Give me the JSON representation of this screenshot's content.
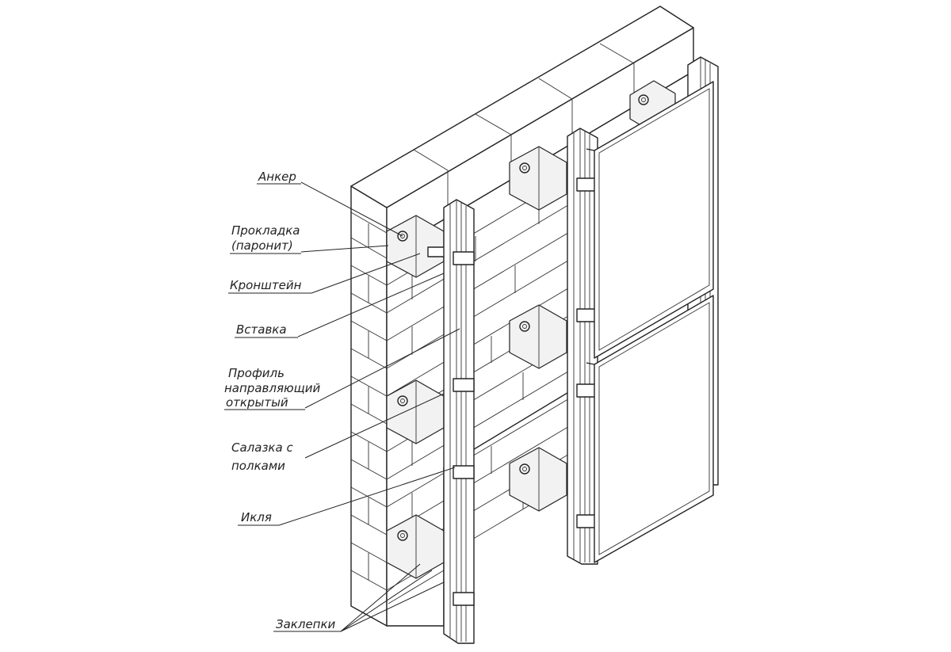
{
  "labels": {
    "anchor": "Анкер",
    "gasket_1": "Прокладка",
    "gasket_2": "(паронит)",
    "bracket": "Кронштейн",
    "insert": "Вставка",
    "profile_1": "Профиль",
    "profile_2": "направляющий",
    "profile_3": "открытый",
    "slide_1": "Салазка  с",
    "slide_2": "полками",
    "fang": "Икля",
    "rivets": "Заклепки"
  },
  "colors": {
    "line": "#222222",
    "background": "#ffffff",
    "shade": "#f2f2f2"
  }
}
